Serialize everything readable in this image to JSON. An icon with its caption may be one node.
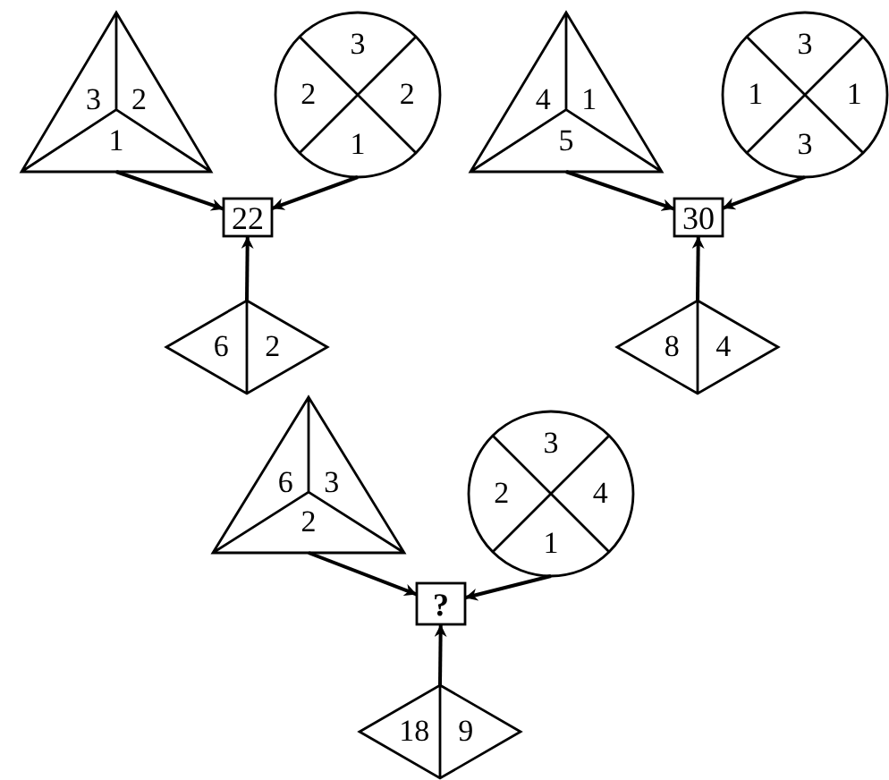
{
  "diagram": {
    "nodes": [
      {
        "text": [
          "3",
          "2",
          "1"
        ]
      },
      {
        "text": [
          "3",
          "2",
          "2",
          "1"
        ]
      },
      {
        "text": [
          "4",
          "1",
          "5"
        ]
      },
      {
        "text": [
          "3",
          "1",
          "1",
          "3"
        ]
      },
      {
        "text": [
          "22"
        ]
      },
      {
        "text": [
          "30"
        ]
      },
      {
        "text": [
          "6",
          "2"
        ]
      },
      {
        "text": [
          "8",
          "4"
        ]
      },
      {
        "text": [
          "6",
          "3",
          "2"
        ]
      },
      {
        "text": [
          "3",
          "2",
          "4",
          "1"
        ]
      },
      {
        "text": [
          "?"
        ]
      },
      {
        "text": [
          "18",
          "9"
        ]
      }
    ],
    "edges": [
      {
        "from": 0,
        "to": 4,
        "arrow": "to"
      },
      {
        "from": 1,
        "to": 4,
        "arrow": "to"
      },
      {
        "from": 6,
        "to": 4,
        "arrow": "to"
      },
      {
        "from": 2,
        "to": 5,
        "arrow": "to"
      },
      {
        "from": 3,
        "to": 5,
        "arrow": "to"
      },
      {
        "from": 7,
        "to": 5,
        "arrow": "to"
      },
      {
        "from": 8,
        "to": 10,
        "arrow": "to"
      },
      {
        "from": 9,
        "to": 10,
        "arrow": "to"
      },
      {
        "from": 11,
        "to": 10,
        "arrow": "to"
      }
    ]
  }
}
